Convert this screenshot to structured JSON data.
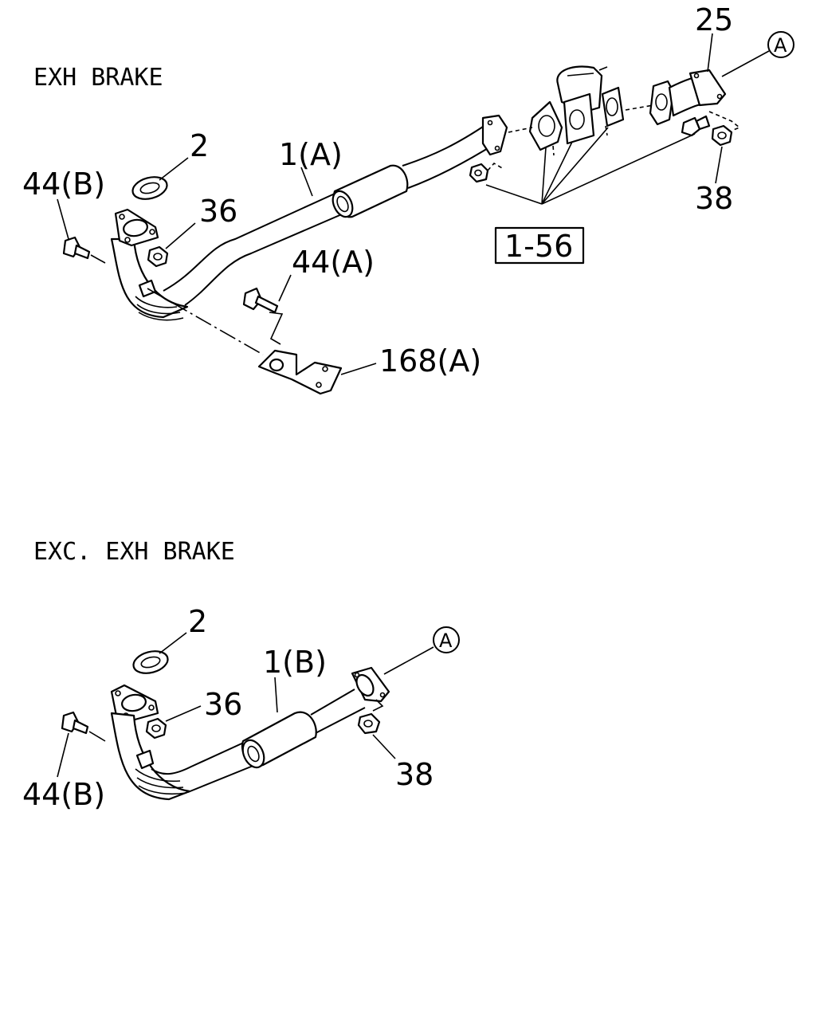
{
  "sections": {
    "exh_brake": {
      "heading": "EXH BRAKE",
      "labels": {
        "gasket_2": "2",
        "bolt_44b": "44(B)",
        "nut_36": "36",
        "pipe_1a": "1(A)",
        "bolt_44a": "44(A)",
        "bracket_168a": "168(A)",
        "ref_1_56": "1-56",
        "flange_25": "25",
        "connector_a": "A",
        "nut_38": "38"
      }
    },
    "exc_exh_brake": {
      "heading": "EXC. EXH BRAKE",
      "labels": {
        "gasket_2": "2",
        "nut_36": "36",
        "pipe_1b": "1(B)",
        "bolt_44b": "44(B)",
        "connector_a": "A",
        "nut_38": "38"
      }
    }
  }
}
